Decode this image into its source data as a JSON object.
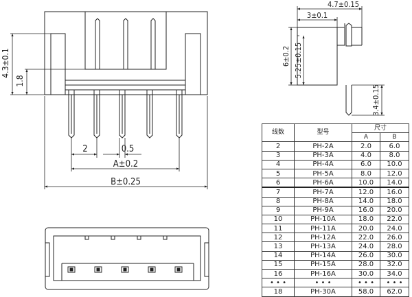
{
  "front_view": {
    "dims": {
      "height": "4.3±0.1",
      "step": "1.8",
      "pitch": "2",
      "pin_width": "0.5",
      "dim_a": "A±0.2",
      "dim_b": "B±0.25"
    }
  },
  "side_view": {
    "dims": {
      "depth": "4.7±0.15",
      "slot": "3±0.1",
      "total_height": "6±0.2",
      "upper_height": "5.25±0.15",
      "pin_length": "3.4±0.15"
    }
  },
  "table": {
    "headers": {
      "circuits": "线数",
      "model": "型号",
      "size": "尺寸",
      "a": "A",
      "b": "B"
    },
    "rows": [
      {
        "n": "2",
        "model": "PH-2A",
        "a": "2.0",
        "b": "6.0"
      },
      {
        "n": "3",
        "model": "PH-3A",
        "a": "4.0",
        "b": "8.0"
      },
      {
        "n": "4",
        "model": "PH-4A",
        "a": "6.0",
        "b": "10.0"
      },
      {
        "n": "5",
        "model": "PH-5A",
        "a": "8.0",
        "b": "12.0"
      },
      {
        "n": "6",
        "model": "PH-6A",
        "a": "10.0",
        "b": "14.0"
      },
      {
        "n": "7",
        "model": "PH-7A",
        "a": "12.0",
        "b": "16.0"
      },
      {
        "n": "8",
        "model": "PH-8A",
        "a": "14.0",
        "b": "18.0"
      },
      {
        "n": "9",
        "model": "PH-9A",
        "a": "16.0",
        "b": "20.0"
      },
      {
        "n": "10",
        "model": "PH-10A",
        "a": "18.0",
        "b": "22.0"
      },
      {
        "n": "11",
        "model": "PH-11A",
        "a": "20.0",
        "b": "24.0"
      },
      {
        "n": "12",
        "model": "PH-12A",
        "a": "22.0",
        "b": "26.0"
      },
      {
        "n": "13",
        "model": "PH-13A",
        "a": "24.0",
        "b": "28.0"
      },
      {
        "n": "14",
        "model": "PH-14A",
        "a": "26.0",
        "b": "30.0"
      },
      {
        "n": "15",
        "model": "PH-15A",
        "a": "28.0",
        "b": "32.0"
      },
      {
        "n": "16",
        "model": "PH-16A",
        "a": "30.0",
        "b": "34.0"
      },
      {
        "n": "• • •",
        "model": "• • •",
        "a": "• • •",
        "b": "• • •"
      },
      {
        "n": "18",
        "model": "PH-30A",
        "a": "58.0",
        "b": "62.0"
      }
    ]
  }
}
